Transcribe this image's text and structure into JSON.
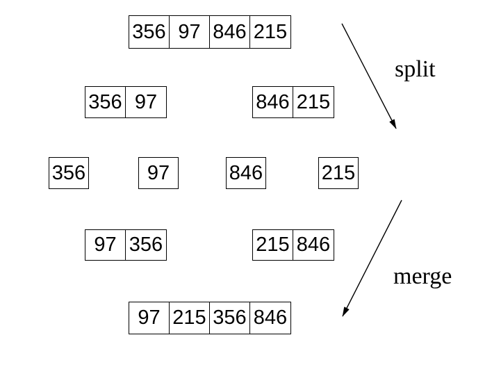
{
  "labels": {
    "split": "split",
    "merge": "merge"
  },
  "arrays": {
    "unsorted": {
      "values": [
        "356",
        "97",
        "846",
        "215"
      ]
    },
    "split2_left": {
      "values": [
        "356",
        "97"
      ]
    },
    "split2_right": {
      "values": [
        "846",
        "215"
      ]
    },
    "single_356": {
      "values": [
        "356"
      ]
    },
    "single_97": {
      "values": [
        "97"
      ]
    },
    "single_846": {
      "values": [
        "846"
      ]
    },
    "single_215": {
      "values": [
        "215"
      ]
    },
    "merged2_left": {
      "values": [
        "97",
        "356"
      ]
    },
    "merged2_right": {
      "values": [
        "215",
        "846"
      ]
    },
    "sorted": {
      "values": [
        "97",
        "215",
        "356",
        "846"
      ]
    }
  },
  "colors": {
    "background": "#ffffff",
    "line": "#000000",
    "text": "#000000"
  }
}
